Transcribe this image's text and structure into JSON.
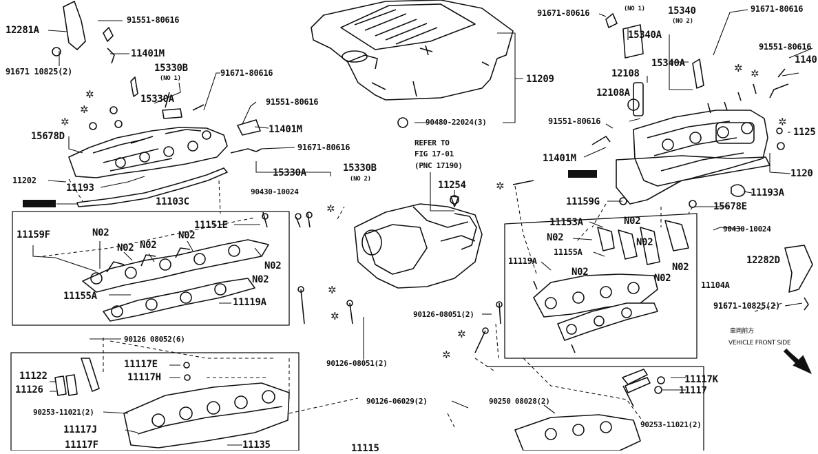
{
  "labels": {
    "p12281A": "12281A",
    "p91551_80616_a": "91551-80616",
    "p91671_10825_a": "91671 10825(2)",
    "p11401M_a": "11401M",
    "p15330B_a": "15330B",
    "p15330B_a_sub": "(NO 1)",
    "p91671_80616_a": "91671-80616",
    "p15330A_a": "15330A",
    "p91551_80616_b": "91551-80616",
    "p11401M_b": "11401M",
    "p15678D": "15678D",
    "p91671_80616_b": "91671-80616",
    "p11202": "11202",
    "p11193": "11193",
    "p15330A_b": "15330A",
    "p15330B_b": "15330B",
    "p15330B_b_sub": "(NO 2)",
    "p90430_10024_a": "90430-10024",
    "p11103C": "11103C",
    "p11151E": "11151E",
    "p11159F": "11159F",
    "n02_1": "N02",
    "n02_2": "N02",
    "n02_3": "N02",
    "n02_4": "N02",
    "n02_5": "N02",
    "n02_6": "N02",
    "p11155A_a": "11155A",
    "p11119A_a": "11119A",
    "p90126_08052": "90126 08052(6)",
    "p11122": "11122",
    "p11126": "11126",
    "p11117E": "11117E",
    "p11117H": "11117H",
    "p90253_11021_a": "90253-11021(2)",
    "p11117J": "11117J",
    "p11117F": "11117F",
    "p11135": "11135",
    "p11115": "11115",
    "p11209": "11209",
    "p90480_22024": "90480-22024(3)",
    "refer_1": "REFER TO",
    "refer_2": "FIG 17-01",
    "refer_3": "(PNC 17190)",
    "p11254_a": "11254",
    "p90126_08051_a": "90126-08051(2)",
    "p90126_08051_b": "90126-08051(2)",
    "p90126_06029": "90126-06029(2)",
    "p90250_08028": "90250 08028(2)",
    "p15340_top_sub": "(NO 1)",
    "p91671_80616_c": "91671-80616",
    "p15340": "15340",
    "p15340_sub": "(NO 2)",
    "p91671_80616_d": "91671-80616",
    "p15340A_a": "15340A",
    "p15340A_b": "15340A",
    "p91551_80616_c": "91551-80616",
    "p1140x": "1140",
    "p12108": "12108",
    "p12108A": "12108A",
    "p91551_80616_d": "91551-80616",
    "p11401M_c": "11401M",
    "p1125x": "1125",
    "p1120x": "1120",
    "p11193A": "11193A",
    "p11159G": "11159G",
    "p15678E": "15678E",
    "p11153A": "11153A",
    "n02_7": "N02",
    "n02_8": "N02",
    "n02_9": "N02",
    "n02_10": "N02",
    "n02_11": "N02",
    "n02_12": "N02",
    "p11155A_b": "11155A",
    "p90430_10024_b": "90430-10024",
    "p11119A_b": "11119A",
    "p11104A": "11104A",
    "p12282D": "12282D",
    "p91671_10825_b": "91671-10825(2)",
    "p11117K": "11117K",
    "p11117x": "11117",
    "p90253_11021_b": "90253-11021(2)",
    "vf_jp": "車両前方",
    "vf_en": "VEHICLE FRONT SIDE"
  },
  "icons": [
    "star-marker-icon",
    "vehicle-front-arrow-icon"
  ],
  "colors": {
    "ink": "#111111",
    "paper": "#ffffff"
  }
}
